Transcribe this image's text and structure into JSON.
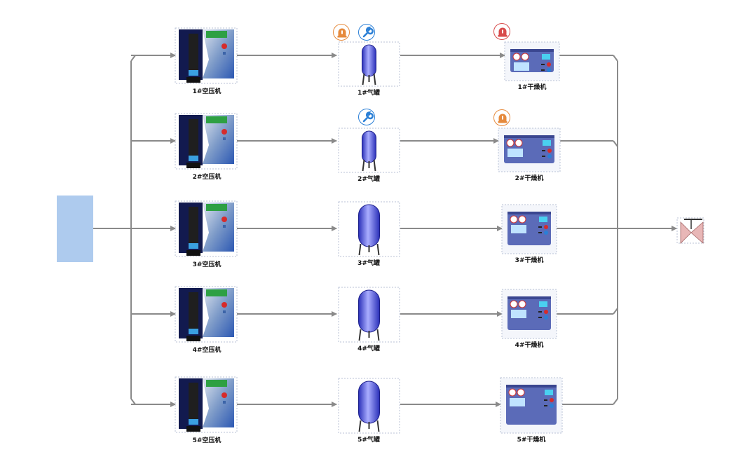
{
  "rows": [
    {
      "compressor": "1#空压机",
      "tank": "1#气罐",
      "dryer": "1#干燥机",
      "tank_badges": [
        "alarm",
        "wrench"
      ],
      "dryer_badges": [
        "alarm-red"
      ]
    },
    {
      "compressor": "2#空压机",
      "tank": "2#气罐",
      "dryer": "2#干燥机",
      "tank_badges": [
        "wrench"
      ],
      "dryer_badges": [
        "alarm"
      ]
    },
    {
      "compressor": "3#空压机",
      "tank": "3#气罐",
      "dryer": "3#干燥机",
      "tank_badges": [],
      "dryer_badges": []
    },
    {
      "compressor": "4#空压机",
      "tank": "4#气罐",
      "dryer": "4#干燥机",
      "tank_badges": [],
      "dryer_badges": []
    },
    {
      "compressor": "5#空压机",
      "tank": "5#气罐",
      "dryer": "5#干燥机",
      "tank_badges": [],
      "dryer_badges": []
    }
  ],
  "colors": {
    "pipe": "#8a8a8a",
    "source": "#aecbee",
    "alarm": "#e68a3c",
    "alarm_red": "#d84a4a",
    "wrench": "#2a7fd6",
    "valve": "#e8b7b7"
  }
}
